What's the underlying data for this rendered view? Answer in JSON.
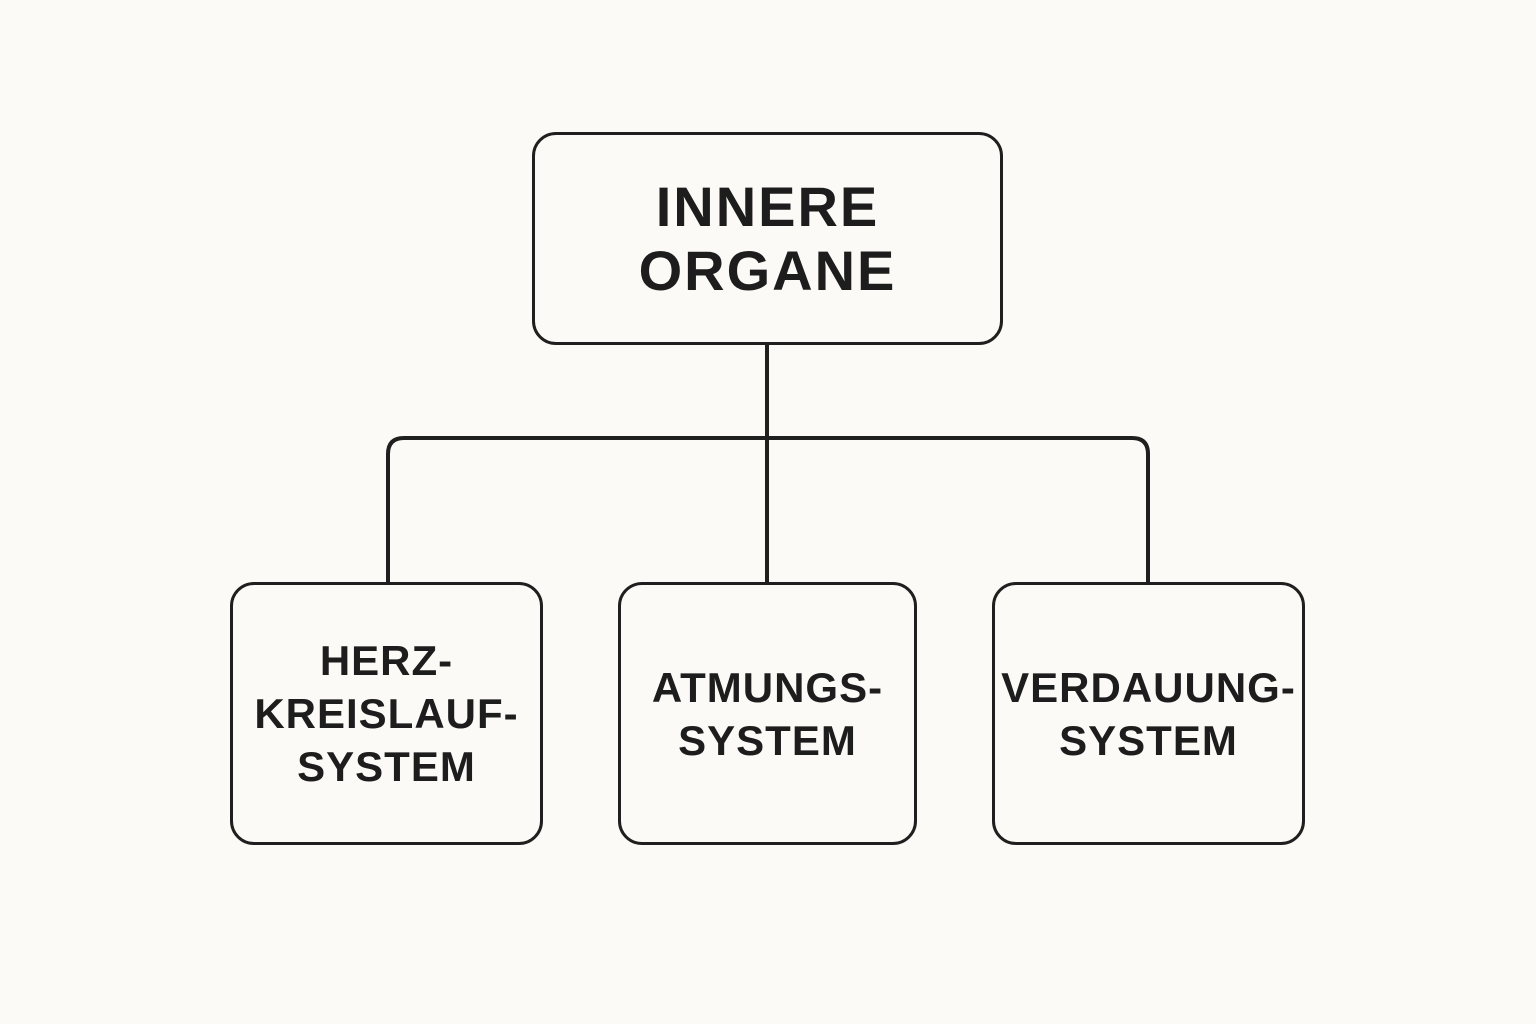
{
  "diagram": {
    "type": "hierarchy",
    "root": {
      "lines": [
        "INNERE",
        "ORGANE"
      ]
    },
    "children": [
      {
        "lines": [
          "HERZ-",
          "KREISLAUF-",
          "SYSTEM"
        ]
      },
      {
        "lines": [
          "ATMUNGS-",
          "SYSTEM"
        ]
      },
      {
        "lines": [
          "VERDAUUNG-",
          "SYSTEM"
        ]
      }
    ],
    "colors": {
      "background": "#fbfaf6",
      "stroke": "#1f1f1f",
      "text": "#1d1d1d"
    }
  }
}
